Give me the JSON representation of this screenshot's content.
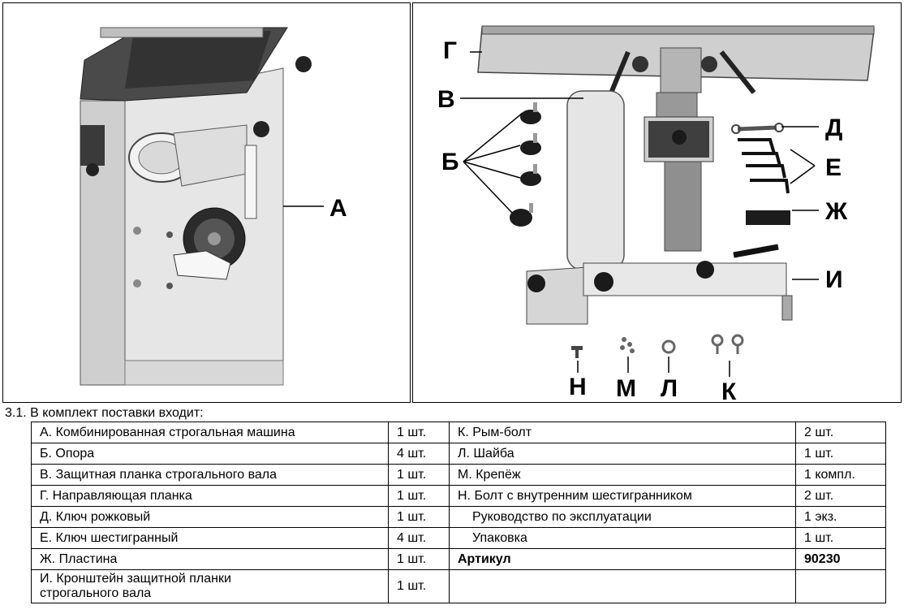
{
  "figure_left": {
    "callout": "А"
  },
  "figure_right": {
    "callouts": [
      "Г",
      "В",
      "Б",
      "Д",
      "Е",
      "Ж",
      "И",
      "Н",
      "М",
      "Л",
      "К"
    ]
  },
  "section_heading": "3.1. В комплект поставки входит:",
  "contents_table": {
    "rows": [
      {
        "left_name": "А. Комбинированная строгальная машина",
        "left_qty": "1 шт.",
        "right_name": "К. Рым-болт",
        "right_qty": "2 шт."
      },
      {
        "left_name": "Б. Опора",
        "left_qty": "4 шт.",
        "right_name": "Л. Шайба",
        "right_qty": "1 шт."
      },
      {
        "left_name": "В. Защитная планка строгального вала",
        "left_qty": "1 шт.",
        "right_name": "М. Крепёж",
        "right_qty": "1 компл."
      },
      {
        "left_name": "Г. Направляющая планка",
        "left_qty": "1 шт.",
        "right_name": "Н. Болт с внутренним шестигранником",
        "right_qty": "2 шт."
      },
      {
        "left_name": "Д. Ключ рожковый",
        "left_qty": "1 шт.",
        "right_name": "Руководство по эксплуатации",
        "right_qty": "1 экз."
      },
      {
        "left_name": "Е. Ключ шестигранный",
        "left_qty": "4 шт.",
        "right_name": "Упаковка",
        "right_qty": "1 шт."
      },
      {
        "left_name": "Ж. Пластина",
        "left_qty": "1 шт.",
        "right_name": "Артикул",
        "right_qty": "90230"
      },
      {
        "left_name_line1": "И. Кронштейн защитной планки",
        "left_name_line2": "строгального вала",
        "left_qty": "1 шт.",
        "right_name": "",
        "right_qty": ""
      }
    ]
  }
}
